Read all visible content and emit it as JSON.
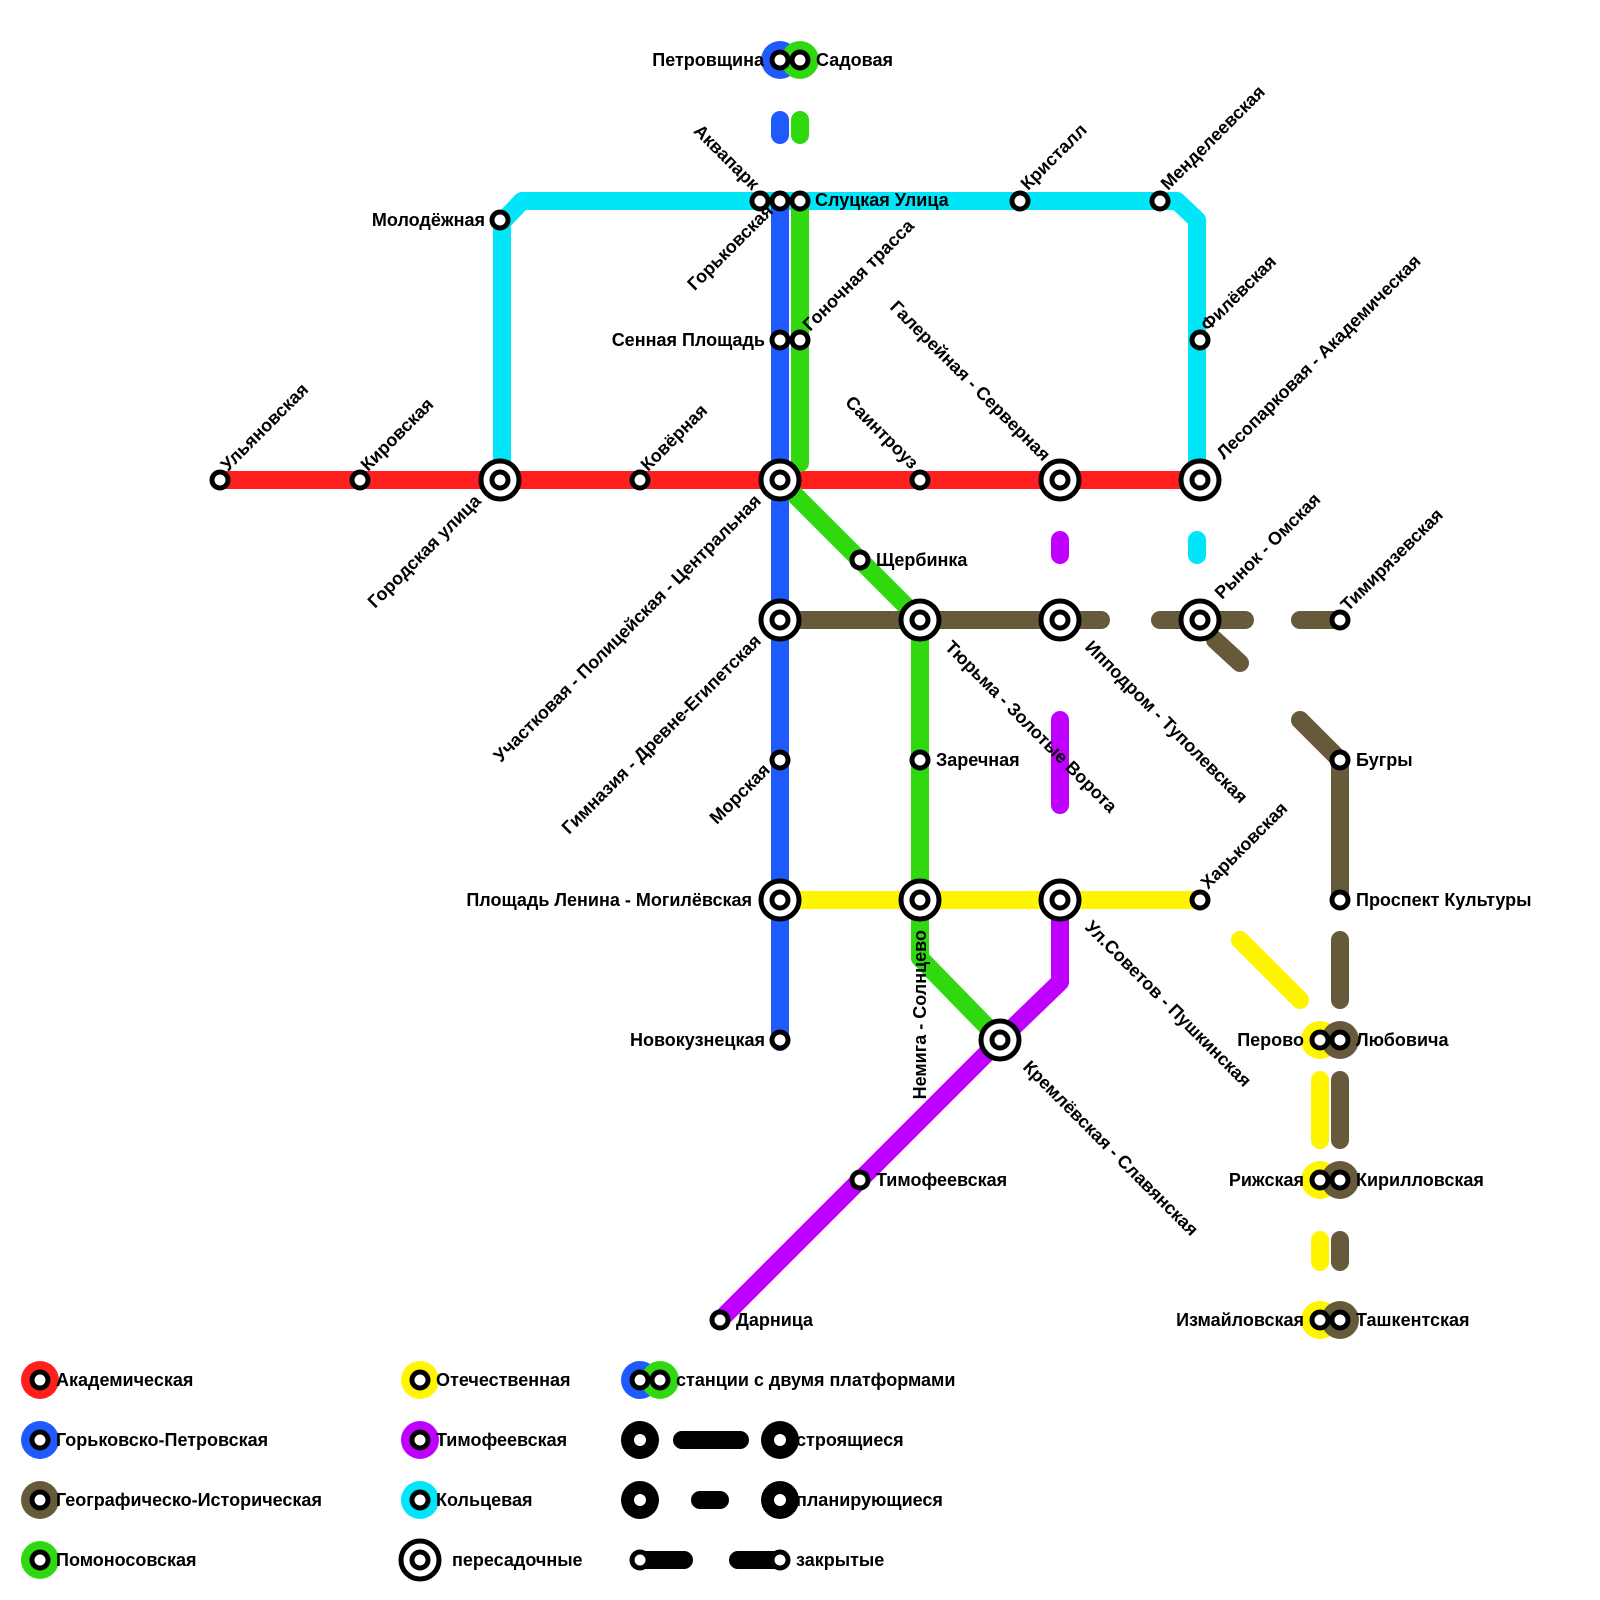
{
  "colors": {
    "akademicheskaya": "#ff1f1f",
    "gorkovsko": "#1f5aff",
    "geograficheskaya": "#675a3a",
    "pomonosovskaya": "#2fd80f",
    "otechestvennaya": "#fff500",
    "timofeevskaya": "#c000ff",
    "koltsevaya": "#00e5f7"
  },
  "lines": {
    "red": "Академическая",
    "blue": "Горьковско-Петровская",
    "brown": "Географическо-Историческая",
    "green": "Помоносовская",
    "yellow": "Отечественная",
    "purple": "Тимофеевская",
    "cyan": "Кольцевая"
  },
  "stations": {
    "petrovshchina": "Петровщина",
    "sadovaya": "Садовая",
    "akvapark": "Аквапарк",
    "sluckaya": "Слуцкая Улица",
    "gorkovskaya": "Горьковская",
    "kristall": "Кристалл",
    "mendeleevskaya": "Менделеевская",
    "molodezhnaya": "Молодёжная",
    "gonochnaya": "Гоночная трасса",
    "galereynaya": "Галерейная - Серверная",
    "filevskaya": "Филёвская",
    "lesoparkovaya": "Лесопарковая - Академическая",
    "sennaya": "Сенная Площадь",
    "ulyanovskaya": "Ульяновская",
    "kirovskaya": "Кировская",
    "kovernaya": "Ковёрная",
    "saintrouz": "Саинтроуз",
    "gorodskaya": "Городская улица",
    "uchastkovaya": "Участковая - Полицейская - Центральная",
    "shcherbinka": "Щербинка",
    "rynok": "Рынок - Омская",
    "timiryazevskaya": "Тимирязевская",
    "tyurma": "Тюрьма - Золотые Ворота",
    "ippodrom": "Ипподром - Туполевская",
    "gimnaziya": "Гимназия - Древне-Египетская",
    "bugry": "Бугры",
    "zarechnaya": "Заречная",
    "morskaya": "Морская",
    "kharkovskaya": "Харьковская",
    "ploshchad_lenina": "Площадь Ленина - Могилёвская",
    "prospekt_kultury": "Проспект Культуры",
    "ul_sovetov": "Ул.Советов - Пушкинская",
    "nemiga": "Немига - Солнцево",
    "novokuznetskaya": "Новокузнецкая",
    "perovo": "Перово",
    "lyubovicha": "Любовича",
    "kremlevskaya": "Кремлёвская - Славянская",
    "timofeevskaya_st": "Тимофеевская",
    "rizhskaya": "Рижская",
    "kirillovskaya": "Кирилловская",
    "darnitsa": "Дарница",
    "izmaylovskaya": "Измайловская",
    "tashkentskaya": "Ташкентская"
  },
  "legend": {
    "transfer": "пересадочные",
    "two_platforms": "станции с двумя платформами",
    "under_construction": "строящиеся",
    "planned": "планирующиеся",
    "closed": "закрытые"
  }
}
